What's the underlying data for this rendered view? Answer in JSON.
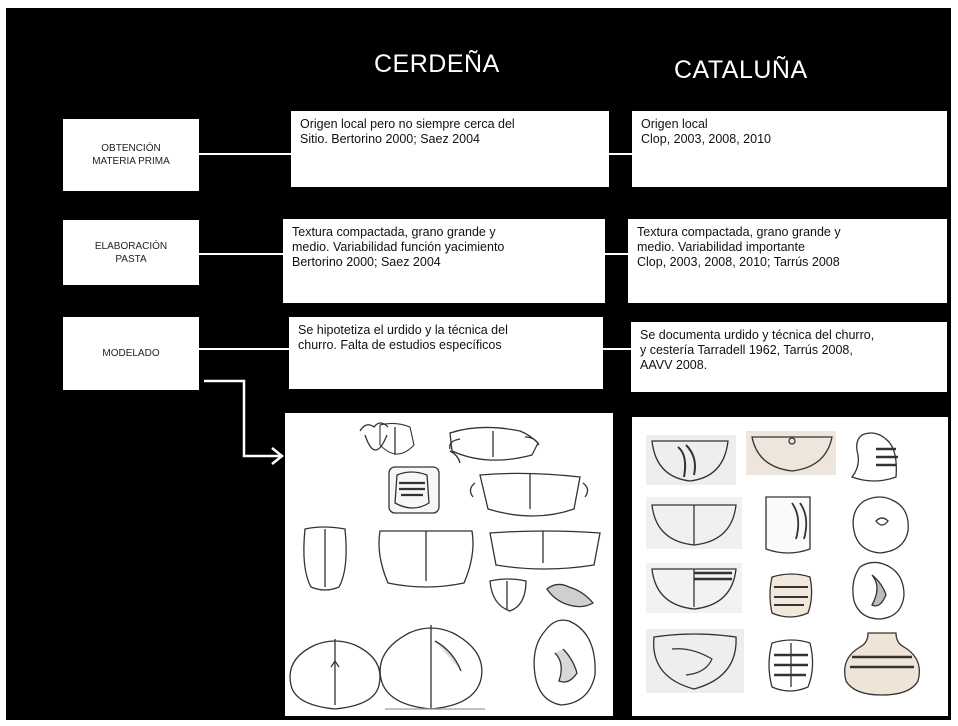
{
  "columns": {
    "left": "CERDEÑA",
    "right": "CATALUÑA"
  },
  "rows": [
    {
      "label_lines": [
        "OBTENCIÓN",
        "MATERIA PRIMA"
      ],
      "cerdena_lines": [
        "Origen local pero no siempre cerca del",
        "Sitio. Bertorino 2000; Saez 2004"
      ],
      "cataluna_lines": [
        "Origen local",
        "Clop, 2003, 2008, 2010"
      ]
    },
    {
      "label_lines": [
        "ELABORACIÓN",
        "PASTA"
      ],
      "cerdena_lines": [
        "Textura compactada, grano grande y",
        "medio. Variabilidad función yacimiento",
        "Bertorino 2000; Saez 2004"
      ],
      "cataluna_lines": [
        "Textura compactada, grano grande y",
        "medio. Variabilidad importante",
        "Clop, 2003, 2008, 2010; Tarrús 2008"
      ]
    },
    {
      "label_lines": [
        "MODELADO"
      ],
      "cerdena_lines": [
        "Se hipotetiza el urdido y la técnica del",
        "churro. Falta de estudios específicos"
      ],
      "cataluna_lines": [
        "Se documenta urdido y técnica del churro,",
        "y cestería Tarradell 1962, Tarrús 2008,",
        "AAVV 2008."
      ]
    }
  ],
  "figures": {
    "cerdena_panel": "pottery-drawings-cerdena",
    "cataluna_panel": "pottery-drawings-cataluna"
  }
}
